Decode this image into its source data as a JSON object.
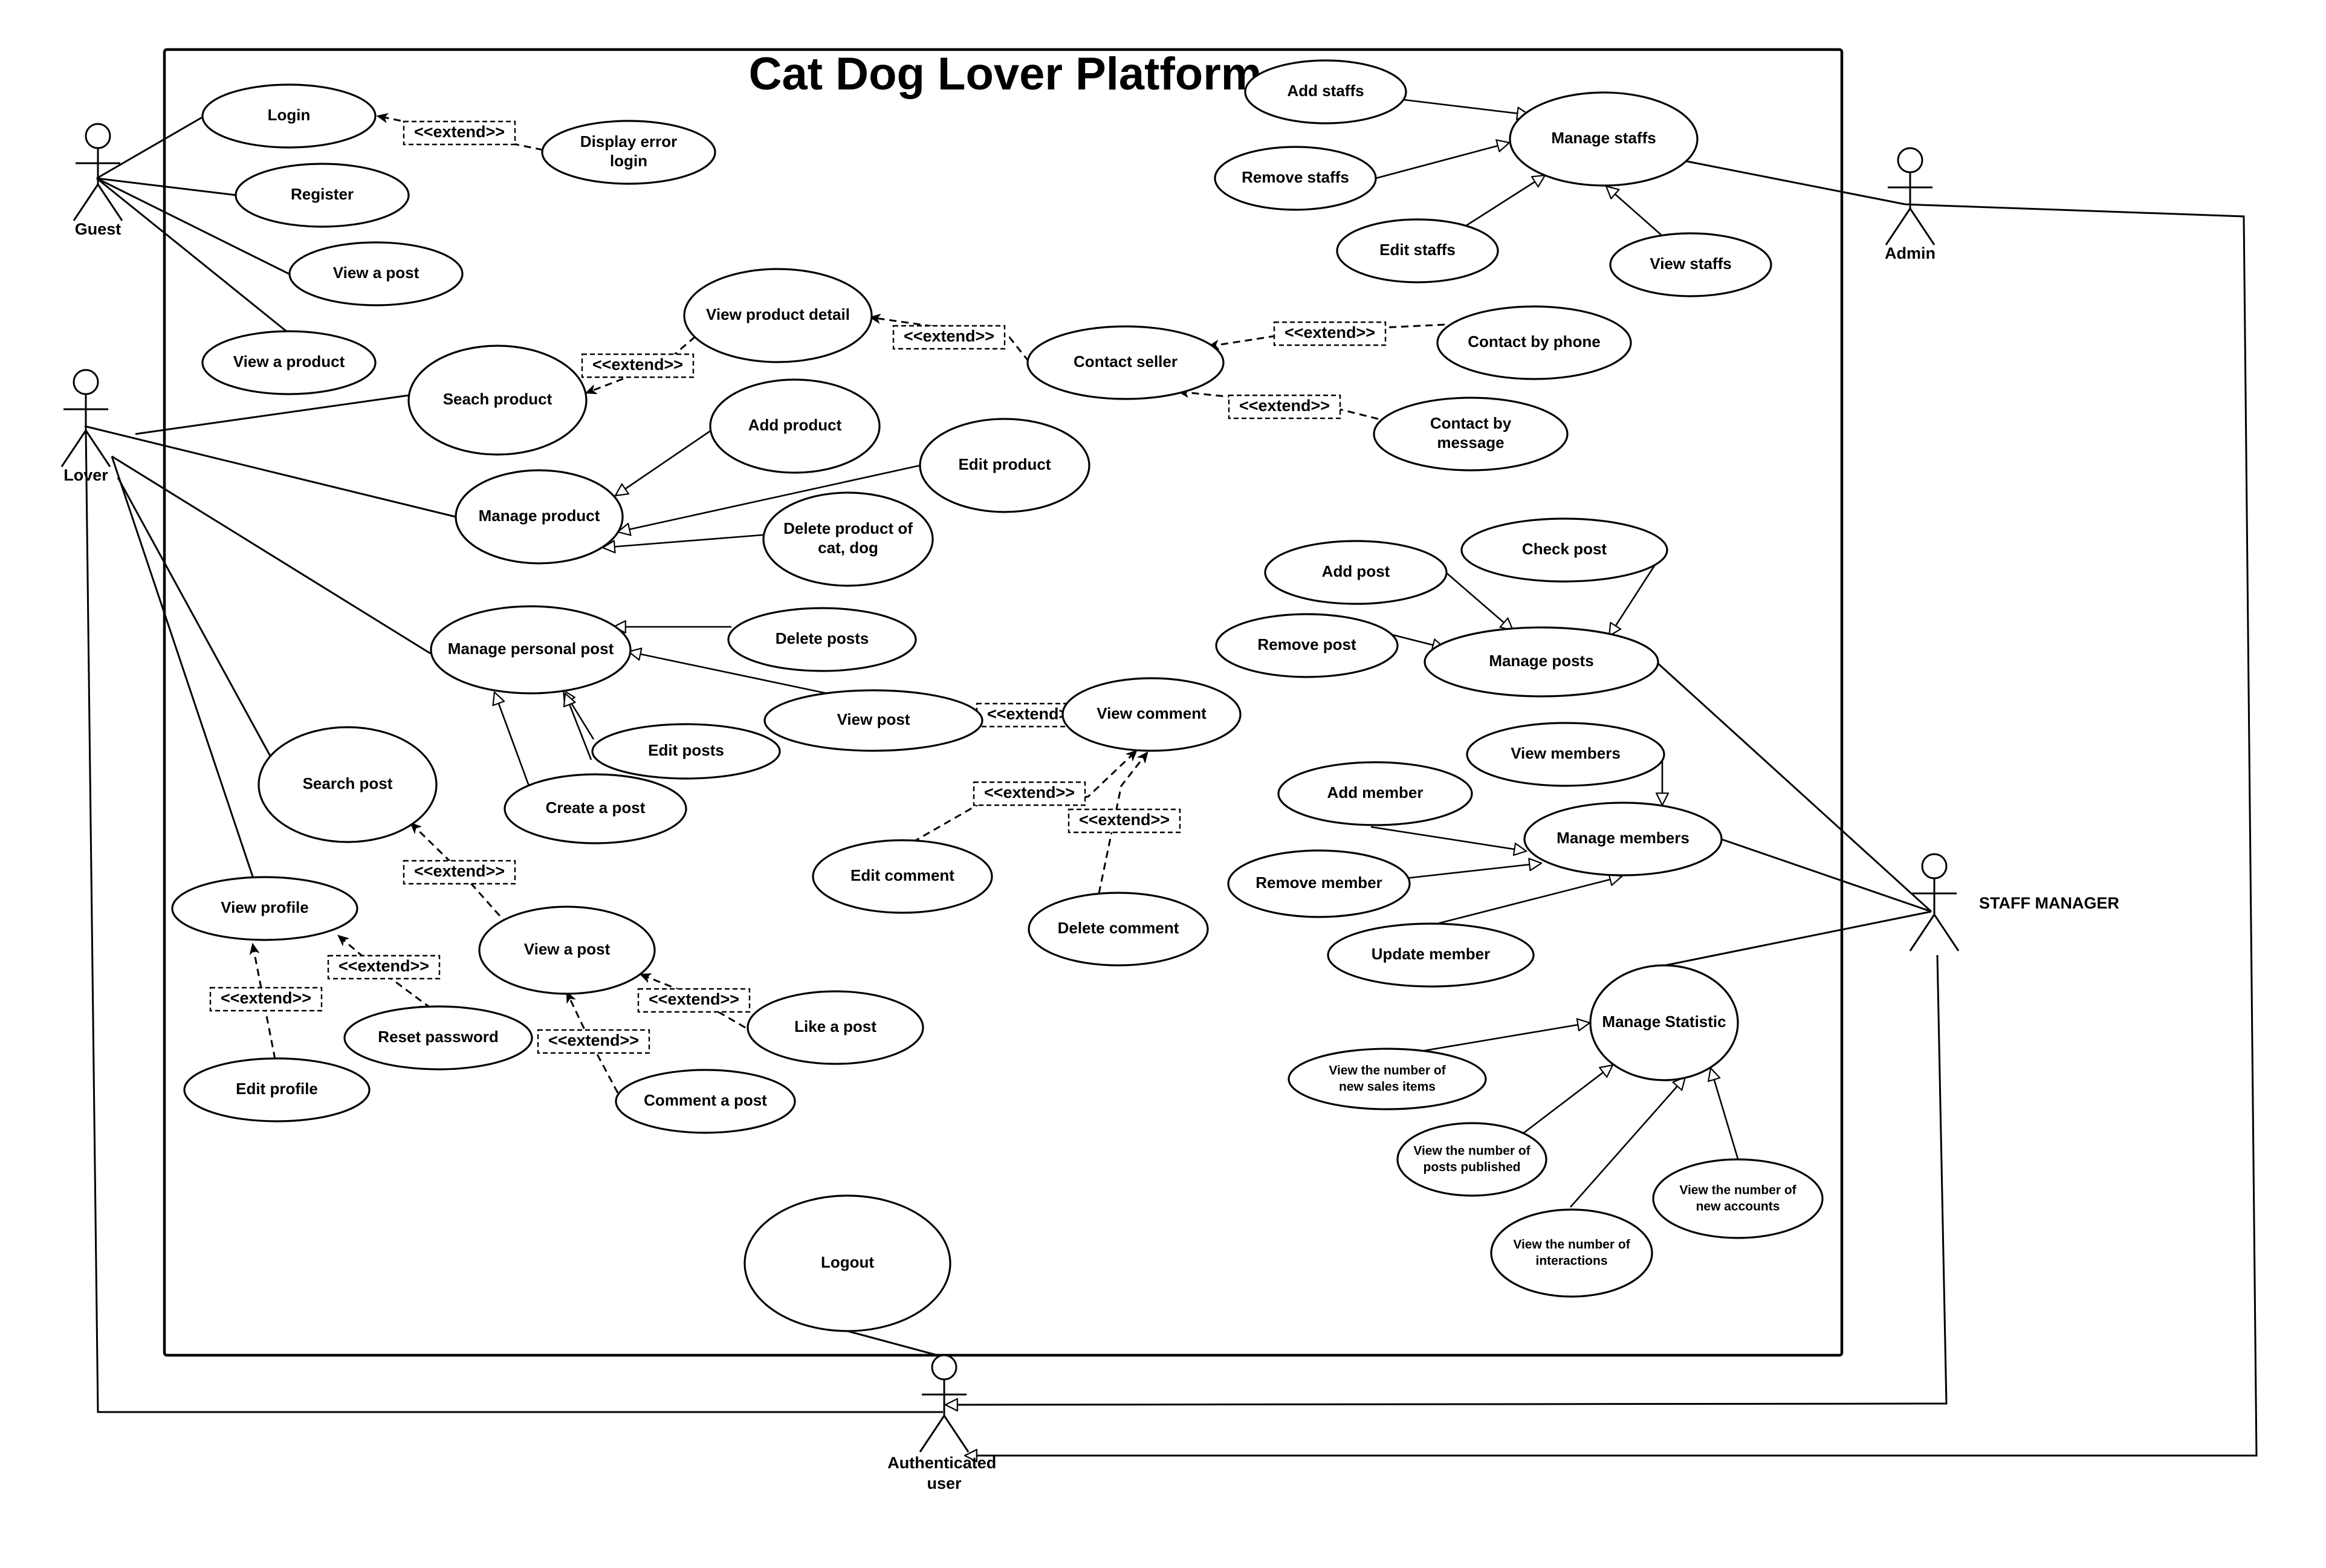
{
  "title": "Cat Dog Lover Platform",
  "actors": {
    "guest": "Guest",
    "lover": "Lover",
    "admin": "Admin",
    "staff_manager": "STAFF MANAGER",
    "authenticated_user": [
      "Authenticated",
      "user"
    ]
  },
  "use_cases": {
    "login": [
      "Login"
    ],
    "display_error_login": [
      "Display error",
      "login"
    ],
    "register": [
      "Register"
    ],
    "view_a_post_guest": [
      "View a post"
    ],
    "view_a_product": [
      "View a product"
    ],
    "search_product": [
      "Seach product"
    ],
    "view_product_detail": [
      "View  product detail"
    ],
    "contact_seller": [
      "Contact seller"
    ],
    "contact_by_phone": [
      "Contact  by phone"
    ],
    "contact_by_message": [
      "Contact by",
      "message"
    ],
    "add_product": [
      "Add product"
    ],
    "edit_product": [
      "Edit product"
    ],
    "manage_product": [
      "Manage product"
    ],
    "delete_product": [
      "Delete product of",
      "cat, dog"
    ],
    "manage_personal_post": [
      "Manage personal post"
    ],
    "delete_posts": [
      "Delete posts"
    ],
    "view_post": [
      "View post"
    ],
    "edit_posts": [
      "Edit posts"
    ],
    "create_a_post": [
      "Create a post"
    ],
    "search_post": [
      "Search post"
    ],
    "view_comment": [
      "View comment"
    ],
    "edit_comment": [
      "Edit comment"
    ],
    "delete_comment": [
      "Delete comment"
    ],
    "view_profile": [
      "View profile"
    ],
    "view_a_post": [
      "View a post"
    ],
    "reset_password": [
      "Reset password"
    ],
    "like_a_post": [
      "Like a post"
    ],
    "edit_profile": [
      "Edit profile"
    ],
    "comment_a_post": [
      "Comment a post"
    ],
    "logout": [
      "Logout"
    ],
    "add_staffs": [
      "Add staffs"
    ],
    "manage_staffs": [
      "Manage staffs"
    ],
    "remove_staffs": [
      "Remove staffs"
    ],
    "edit_staffs": [
      "Edit staffs"
    ],
    "view_staffs": [
      "View staffs"
    ],
    "add_post": [
      "Add post"
    ],
    "check_post": [
      "Check post"
    ],
    "remove_post": [
      "Remove post"
    ],
    "manage_posts": [
      "Manage  posts"
    ],
    "view_members": [
      "View members"
    ],
    "add_member": [
      "Add member"
    ],
    "manage_members": [
      "Manage members"
    ],
    "remove_member": [
      "Remove member"
    ],
    "update_member": [
      "Update member"
    ],
    "manage_statistic": [
      "Manage Statistic"
    ],
    "new_sales_items": [
      "View the number of",
      "new sales items"
    ],
    "posts_published": [
      "View the number of",
      "posts published"
    ],
    "new_accounts": [
      "View the number of",
      "new accounts"
    ],
    "interactions": [
      "View the number of",
      "interactions"
    ]
  },
  "stereotype": "<<extend>>"
}
